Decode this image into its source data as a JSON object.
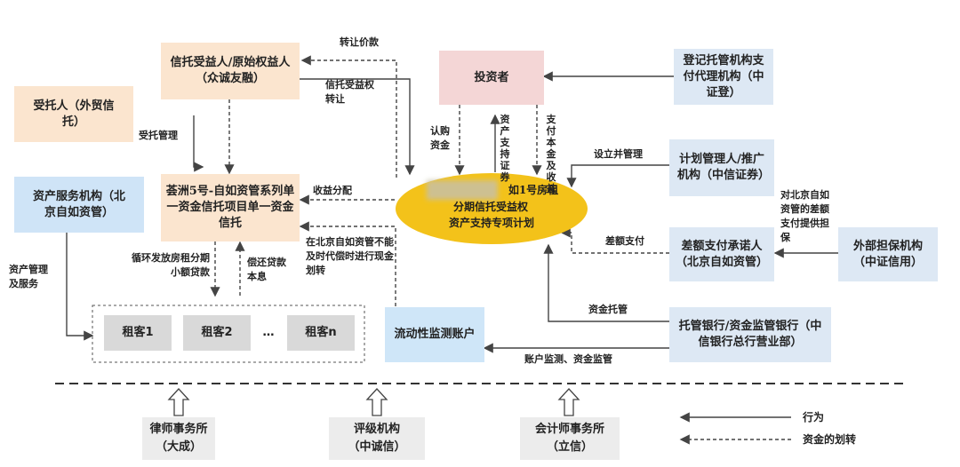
{
  "nodes": {
    "trust_beneficiary": "信托受益人/原始权益人（众诚友融）",
    "trustee": "受托人（外贸信托）",
    "asset_servicer": "资产服务机构（北京自如资管）",
    "trust_plan": "荟洲5号-自如资管系列单一资金信托项目单一资金信托",
    "tenant1": "租客1",
    "tenant2": "租客2",
    "tenant_dots": "…",
    "tenantn": "租客n",
    "liquidity_account": "流动性监测账户",
    "investor": "投资者",
    "abs_plan_line1": "如1号房租",
    "abs_plan_line2": "分期信托受益权",
    "abs_plan_line3": "资产支持专项计划",
    "registrar": "登记托管机构支付代理机构（中证登）",
    "plan_manager": "计划管理人/推广机构（中信证券）",
    "shortfall_provider": "差额支付承诺人（北京自如资管）",
    "external_guarantor": "外部担保机构（中证信用）",
    "custodian_bank": "托管银行/资金监管银行（中信银行总行营业部）",
    "law_firm": "律师事务所（大成）",
    "rating_agency": "评级机构（中诚信）",
    "accounting_firm": "会计师事务所（立信）"
  },
  "labels": {
    "transfer_consideration": "转让价款",
    "trust_beneficial_transfer": "信托受益权转让",
    "entrusted_management": "受托管理",
    "income_distribution": "收益分配",
    "subscription_funds": "认购资金",
    "asset_backed_securities": "资产支持证券",
    "pay_principal_income": "支付本金及收益",
    "establish_manage": "设立并管理",
    "shortfall_payment": "差额支付",
    "guarantee_for_ziroom": "对北京自如资管的差额支付提供担保",
    "fund_custody": "资金托管",
    "account_monitoring": "账户监测、资金监管",
    "asset_mgmt_service": "资产管理及服务",
    "revolving_loans": "循环发放房租分期小额贷款",
    "repay_loans": "偿还贷款本息",
    "cash_transfer_note": "在北京自如资管不能及时代偿时进行现金划转"
  },
  "legend": {
    "behavior": "行为",
    "fund_transfer": "资金的划转"
  }
}
